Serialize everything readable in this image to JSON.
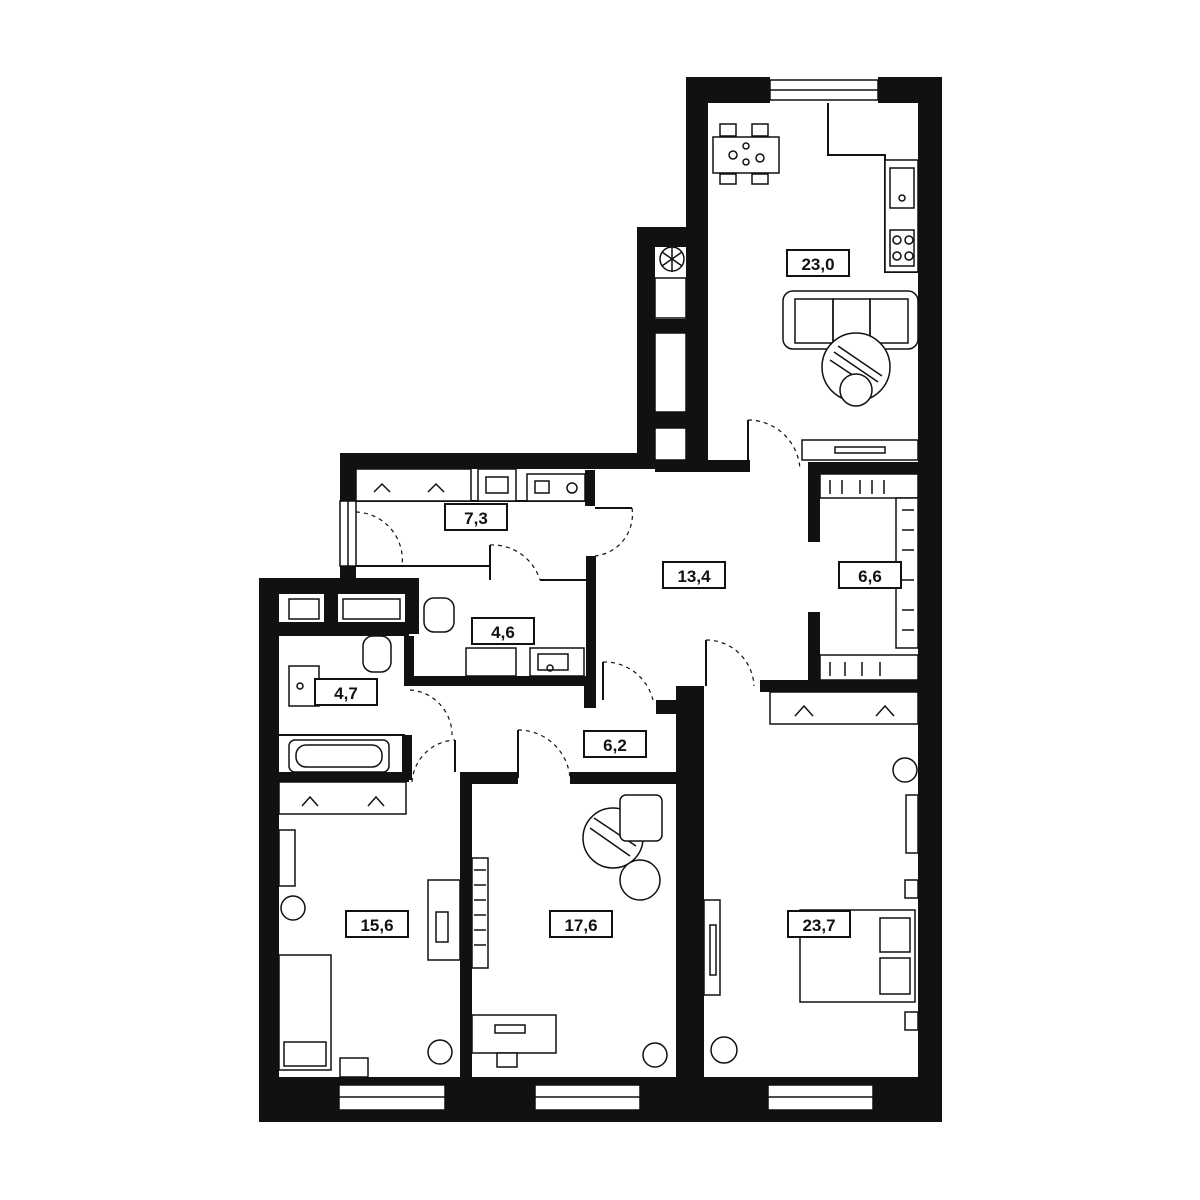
{
  "floor_plan": {
    "rooms": [
      {
        "id": "living-kitchen",
        "area": "23,0"
      },
      {
        "id": "entry-hall",
        "area": "7,3"
      },
      {
        "id": "hall",
        "area": "13,4"
      },
      {
        "id": "walk-in-closet",
        "area": "6,6"
      },
      {
        "id": "bathroom-small",
        "area": "4,6"
      },
      {
        "id": "bathroom",
        "area": "4,7"
      },
      {
        "id": "corridor",
        "area": "6,2"
      },
      {
        "id": "bedroom-left",
        "area": "15,6"
      },
      {
        "id": "bedroom-middle",
        "area": "17,6"
      },
      {
        "id": "bedroom-master",
        "area": "23,7"
      }
    ]
  }
}
